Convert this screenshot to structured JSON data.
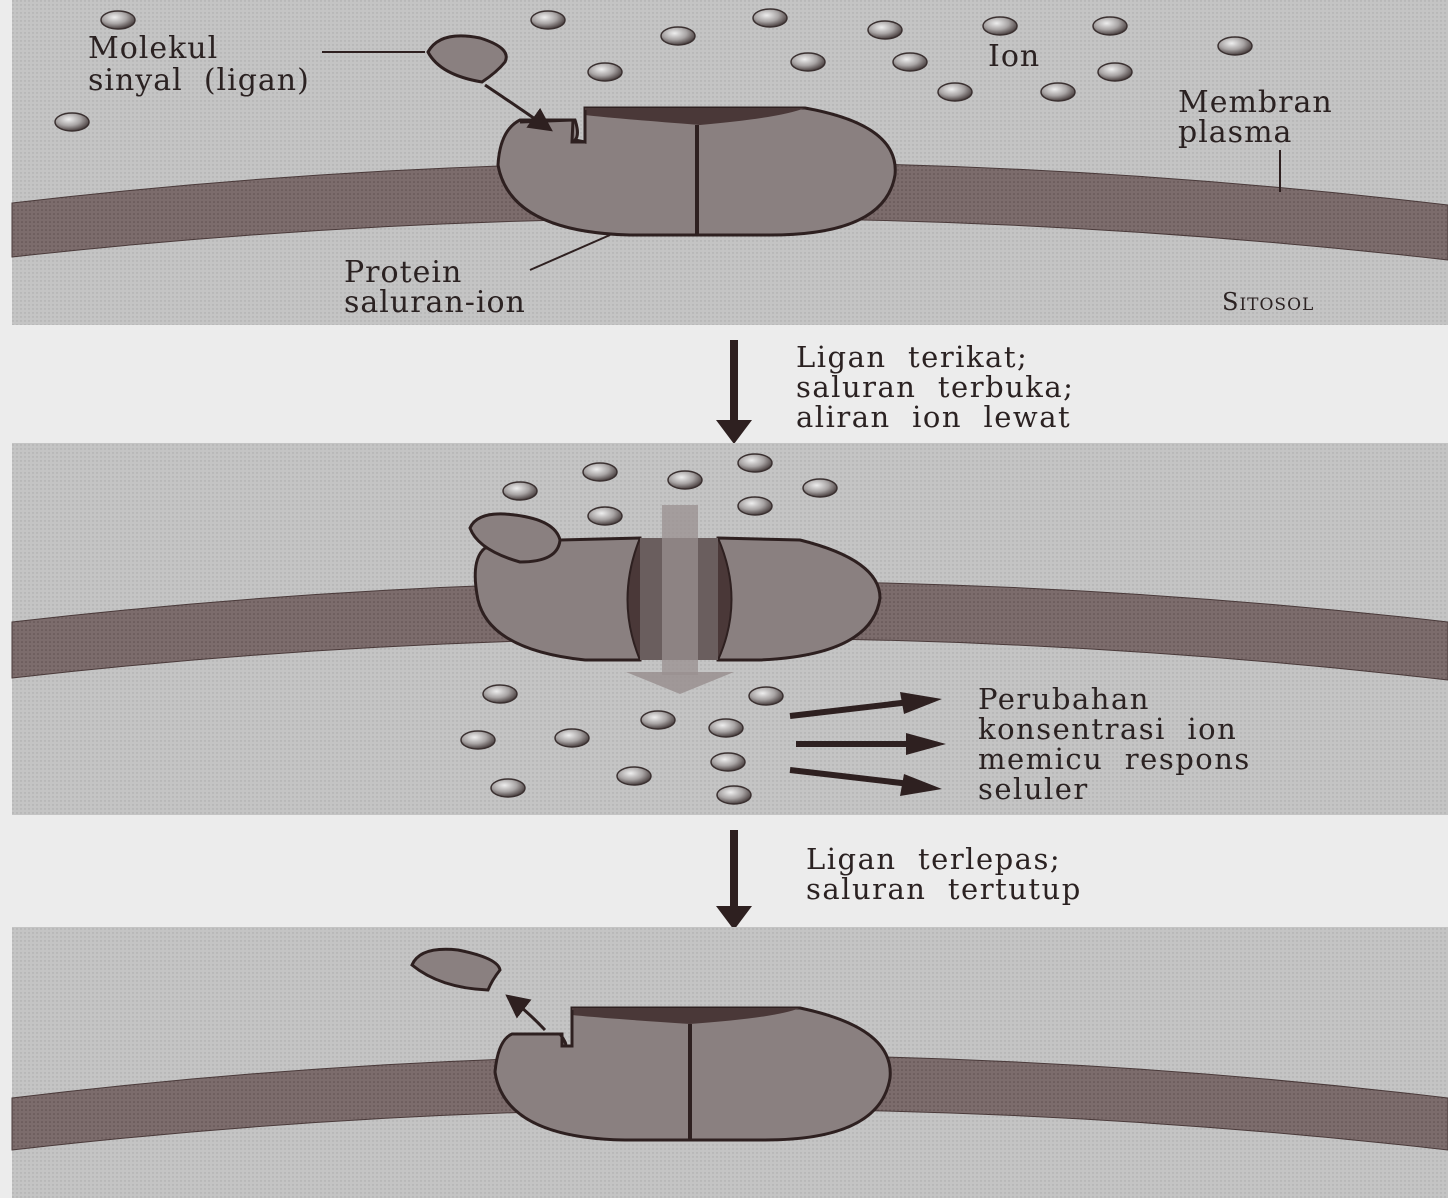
{
  "panel1": {
    "labels": {
      "signal_molecule_line1": "Molekul",
      "signal_molecule_line2": "sinyal  (ligan)",
      "ion": "Ion",
      "membrane_line1": "Membran",
      "membrane_line2": "plasma",
      "channel_line1": "Protein",
      "channel_line2": "saluran-ion",
      "cytosol": "Sitosol"
    }
  },
  "step1": {
    "line1": "Ligan  terikat;",
    "line2": "saluran  terbuka;",
    "line3": "aliran  ion  lewat"
  },
  "panel2": {
    "response_line1": "Perubahan",
    "response_line2": "konsentrasi  ion",
    "response_line3": "memicu  respons",
    "response_line4": "seluler"
  },
  "step2": {
    "line1": "Ligan  terlepas;",
    "line2": "saluran  tertutup"
  },
  "colors": {
    "panel_bg": "#c6c6c6",
    "membrane": "#7c6c6c",
    "protein": "#8a8080",
    "protein_dark": "#4a3838",
    "outline": "#2e2020",
    "ion_fill": "#a6a2a2",
    "ion_highlight": "#e6e6e6",
    "background": "#ececec"
  }
}
